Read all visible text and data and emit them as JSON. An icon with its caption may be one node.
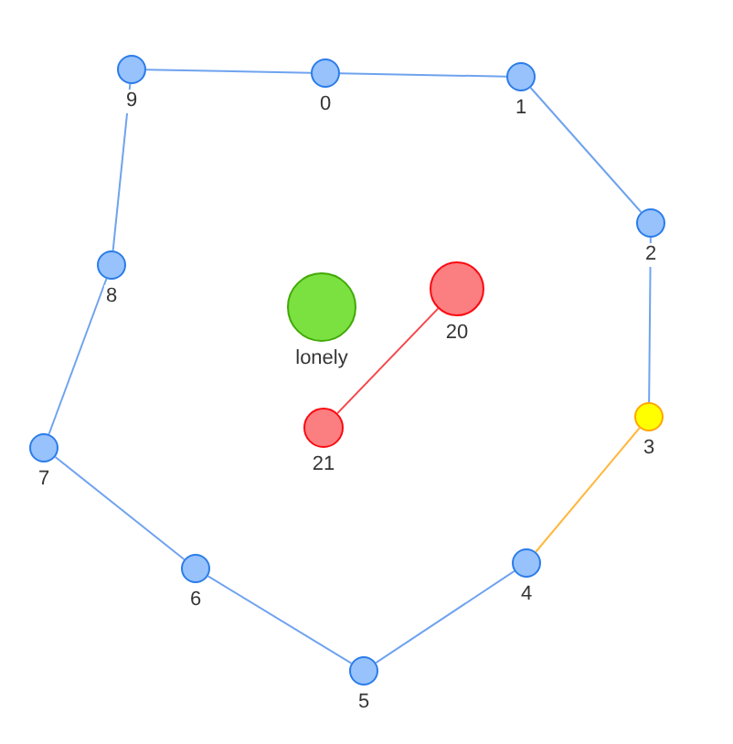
{
  "diagram": {
    "nodes": [
      {
        "text": [],
        "shape": "circle",
        "beside": [
          "0"
        ]
      },
      {
        "text": [],
        "shape": "circle",
        "beside": [
          "1"
        ]
      },
      {
        "text": [],
        "shape": "circle",
        "beside": [
          "2"
        ]
      },
      {
        "text": [],
        "shape": "circle",
        "beside": [
          "3"
        ]
      },
      {
        "text": [],
        "shape": "circle",
        "beside": [
          "4"
        ]
      },
      {
        "text": [],
        "shape": "circle",
        "beside": [
          "5"
        ]
      },
      {
        "text": [],
        "shape": "circle",
        "beside": [
          "6"
        ]
      },
      {
        "text": [],
        "shape": "circle",
        "beside": [
          "7"
        ]
      },
      {
        "text": [],
        "shape": "circle",
        "beside": [
          "8"
        ]
      },
      {
        "text": [],
        "shape": "circle",
        "beside": [
          "9"
        ]
      },
      {
        "text": [],
        "shape": "circle",
        "beside": [
          "lonely"
        ]
      },
      {
        "text": [],
        "shape": "circle",
        "beside": [
          "20"
        ]
      },
      {
        "text": [],
        "shape": "circle",
        "beside": [
          "21"
        ]
      }
    ],
    "edges": [
      {
        "from": 0,
        "to": 1,
        "arrow": "none"
      },
      {
        "from": 1,
        "to": 2,
        "arrow": "none"
      },
      {
        "from": 2,
        "to": 3,
        "arrow": "none"
      },
      {
        "from": 3,
        "to": 4,
        "arrow": "none",
        "color": "#ffb83f"
      },
      {
        "from": 4,
        "to": 5,
        "arrow": "none"
      },
      {
        "from": 5,
        "to": 6,
        "arrow": "none"
      },
      {
        "from": 6,
        "to": 7,
        "arrow": "none"
      },
      {
        "from": 7,
        "to": 8,
        "arrow": "none"
      },
      {
        "from": 8,
        "to": 9,
        "arrow": "none"
      },
      {
        "from": 9,
        "to": 0,
        "arrow": "none"
      },
      {
        "from": 11,
        "to": 12,
        "arrow": "none",
        "color": "#f5454a"
      }
    ]
  }
}
